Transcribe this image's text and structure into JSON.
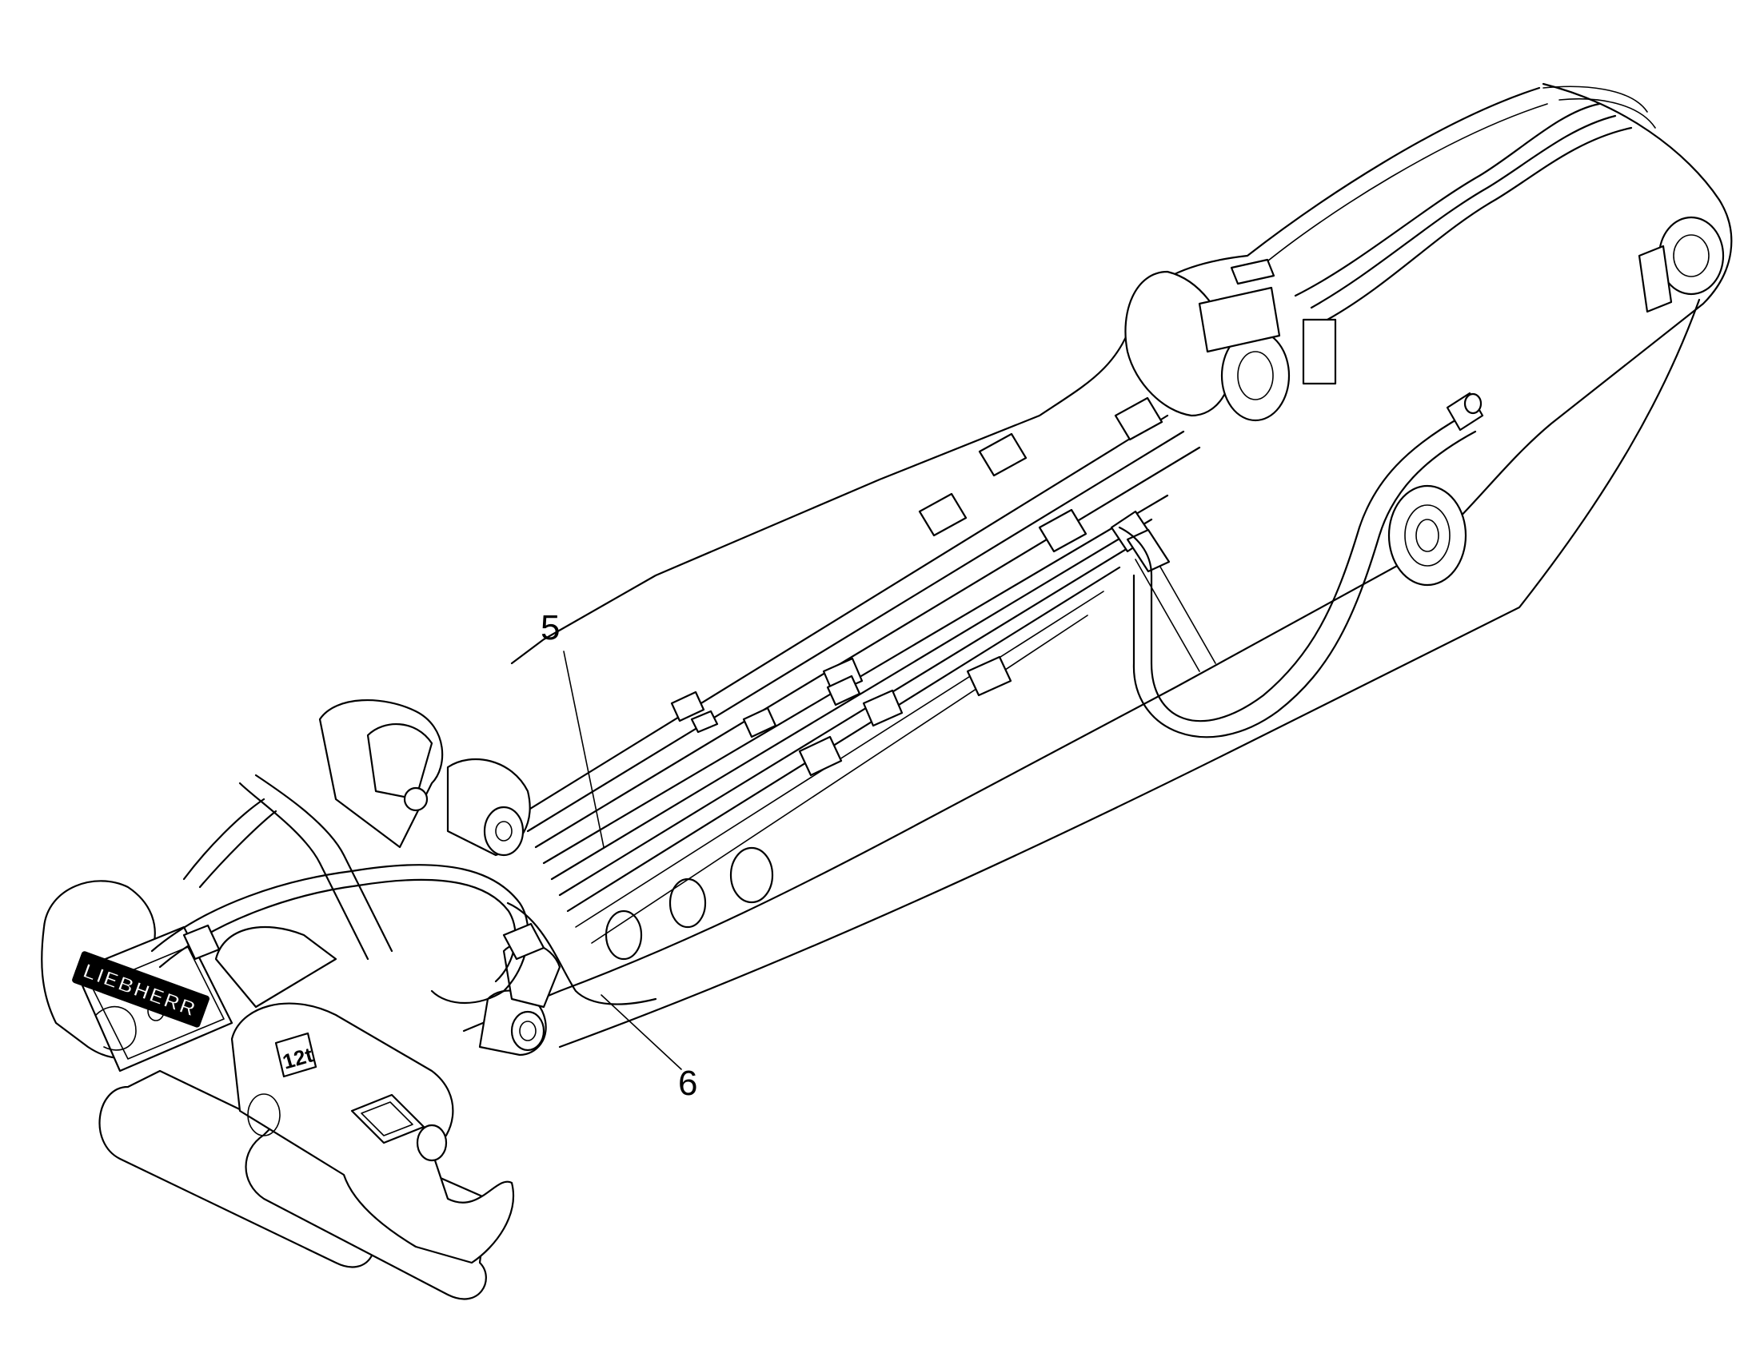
{
  "callouts": [
    {
      "id": "5",
      "label": "5"
    },
    {
      "id": "6",
      "label": "6"
    }
  ],
  "markings": {
    "brand": "LIEBHERR",
    "capacity_plate": "12t"
  }
}
